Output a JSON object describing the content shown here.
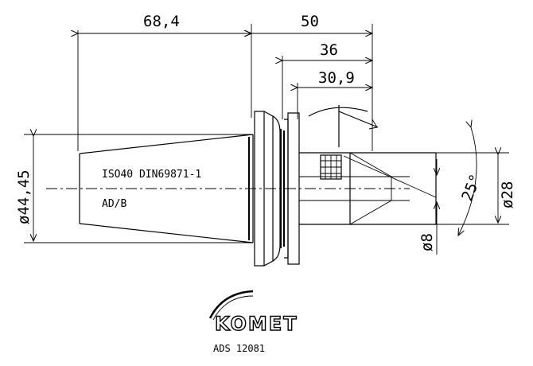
{
  "dimensions": {
    "length_68_4": "68,4",
    "length_50": "50",
    "length_36": "36",
    "length_30_9": "30,9",
    "diameter_44_45": "ø44,45",
    "diameter_28": "ø28",
    "diameter_8": "ø8",
    "angle_25": "25°"
  },
  "labels": {
    "taper_spec": "ISO40 DIN69871-1",
    "form": "AD/B"
  },
  "logo": {
    "brand": "KOMET",
    "part_code": "ADS 12081"
  }
}
